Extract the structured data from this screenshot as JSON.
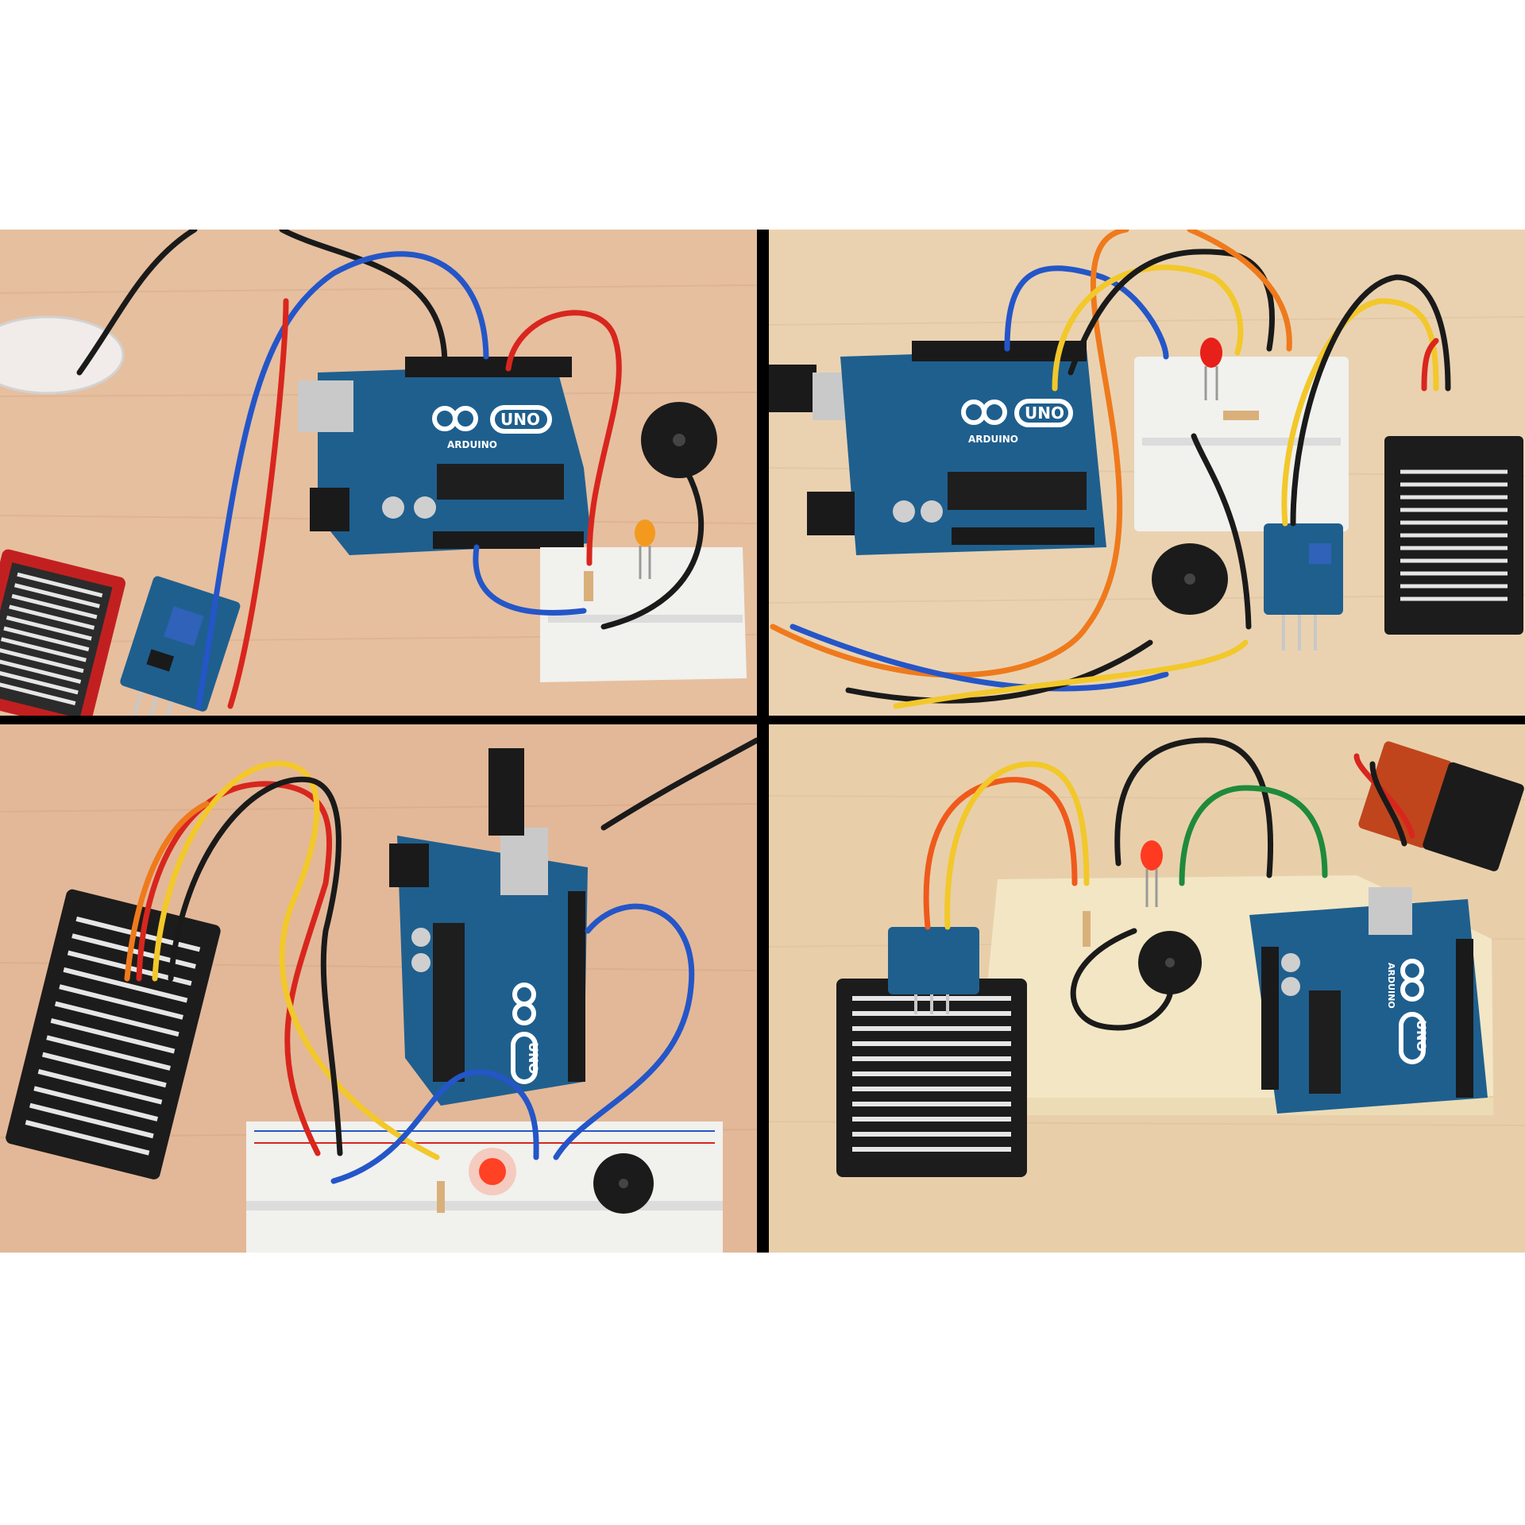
{
  "colors": {
    "page_background": "#ffffff",
    "divider": "#000000",
    "desk_peach": "#e6bf9f",
    "desk_light": "#e8cfaa",
    "arduino_blue": "#1f5f8e",
    "wire_red": "#d8261e",
    "wire_blue": "#2456c8",
    "wire_black": "#1a1a1a",
    "wire_yellow": "#f2c82a",
    "wire_orange": "#ef7a1c",
    "wire_green": "#1f8a3c"
  },
  "board_labels": {
    "p1_arduino": "ARDUINO",
    "p1_uno": "UNO",
    "p2_arduino": "ARDUINO",
    "p2_uno": "UNO",
    "p3_uno": "UNO",
    "p4_arduino": "ARDUINO",
    "p4_uno": "UNO"
  },
  "icons": [
    "arduino-infinity-logo-icon",
    "usb-cable-icon",
    "battery-9v-icon",
    "buzzer-icon",
    "led-icon",
    "rain-sensor-plate-icon"
  ]
}
